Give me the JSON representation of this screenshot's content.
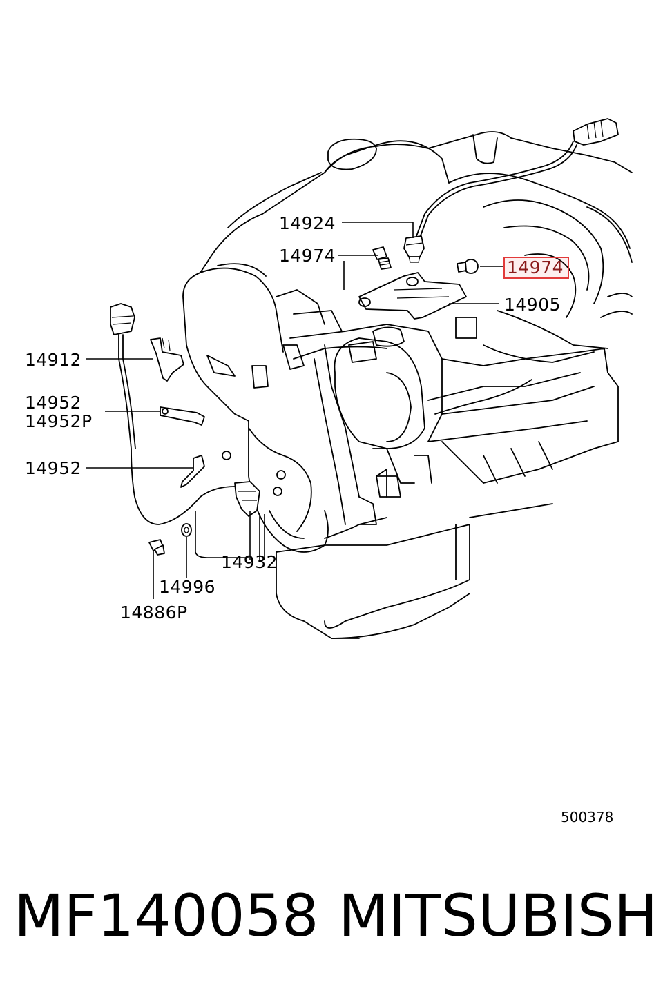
{
  "callouts": {
    "c14924": "14924",
    "c14974_left": "14974",
    "c14974_right": "14974",
    "c14905": "14905",
    "c14912": "14912",
    "c14952_a": "14952",
    "c14952p": "14952P",
    "c14952_b": "14952",
    "c14932": "14932",
    "c14996": "14996",
    "c14886p": "14886P"
  },
  "diagram_code": "500378",
  "footer": {
    "part_number": "MF140058",
    "brand": "MITSUBISHI"
  },
  "colors": {
    "highlight": "#e23a3a",
    "ink": "#000000",
    "background": "#ffffff"
  }
}
